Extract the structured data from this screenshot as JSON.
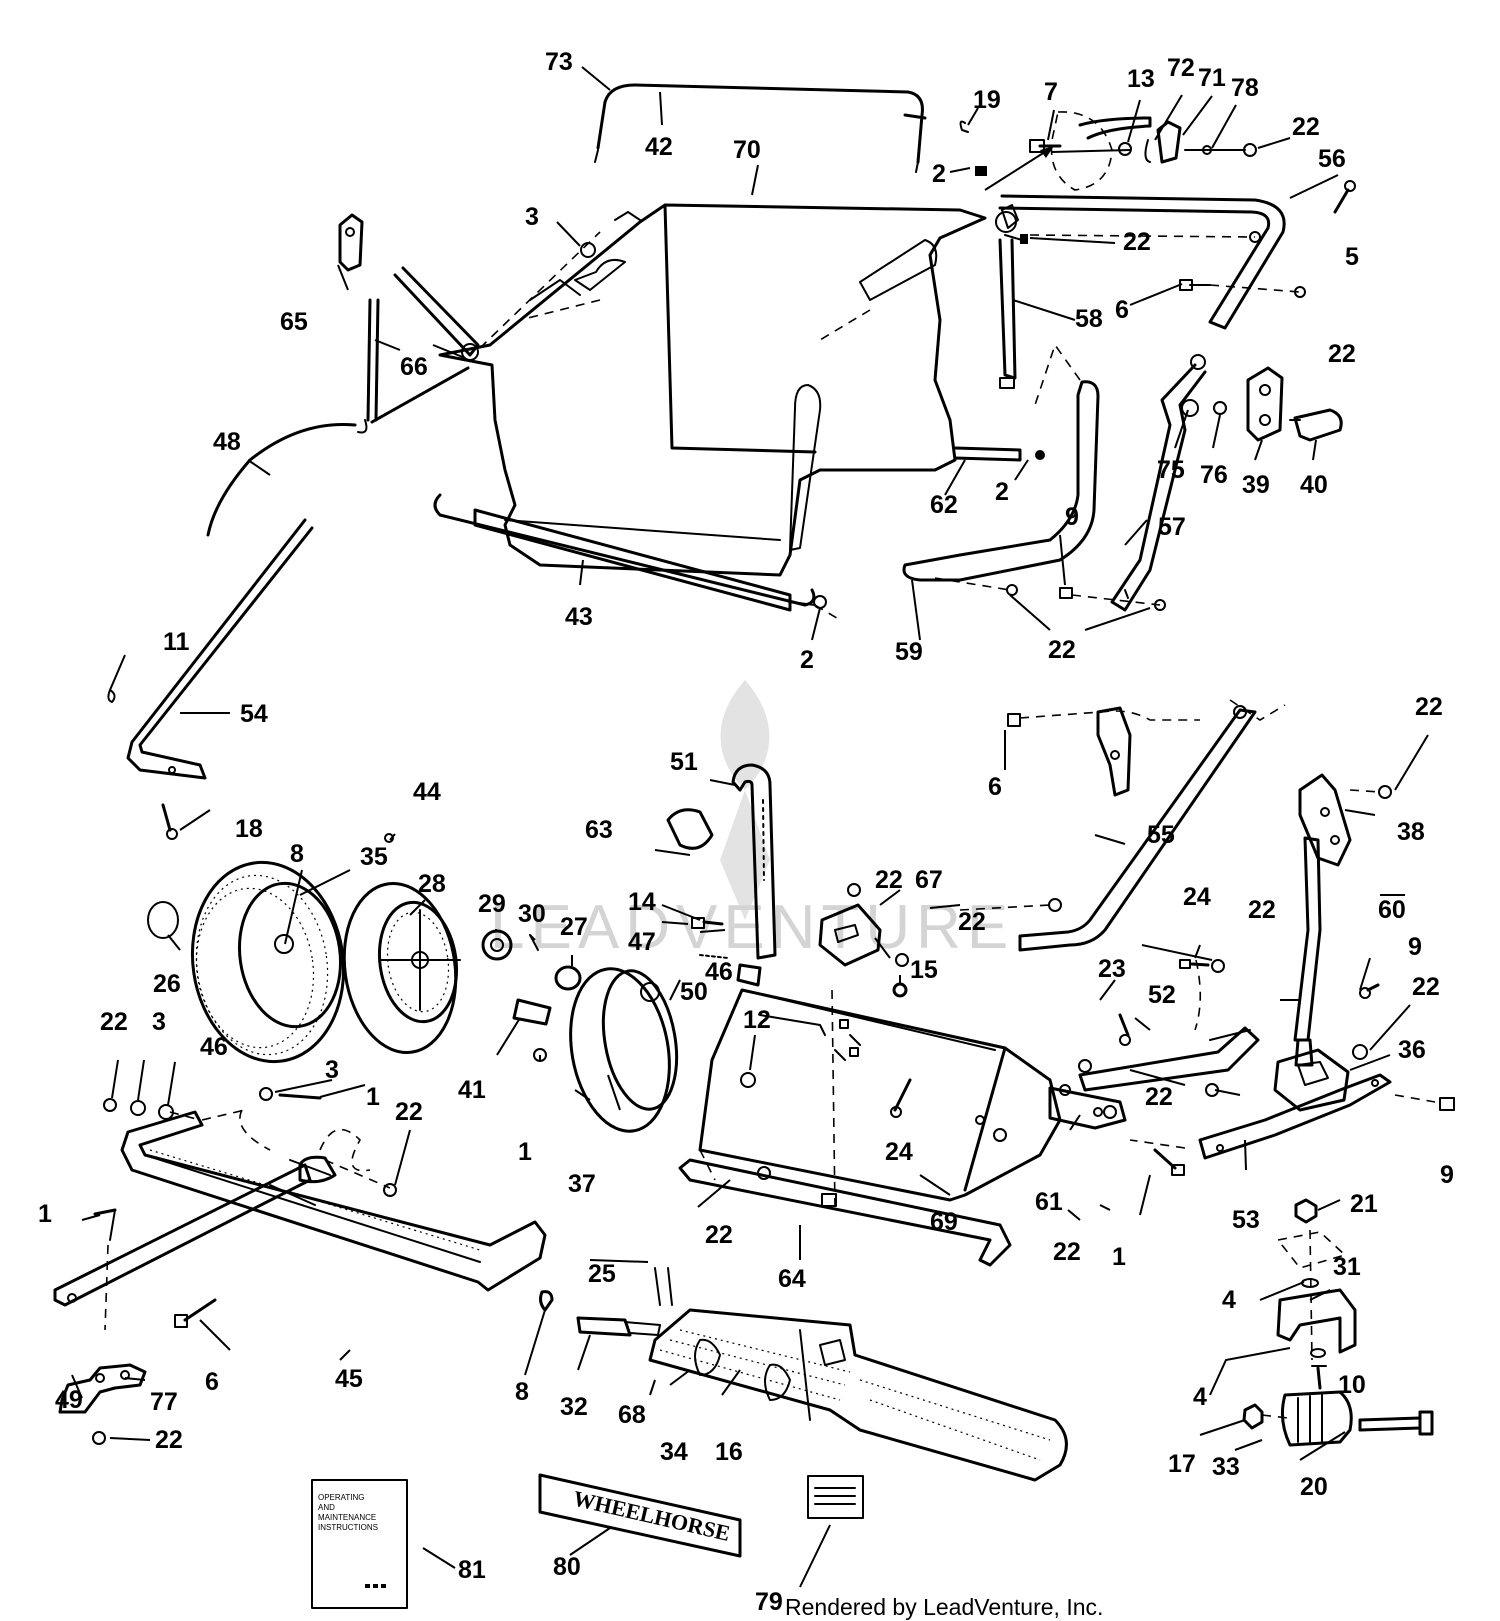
{
  "watermark": {
    "text": "LEADVENTURE"
  },
  "footer": {
    "rendered_by": "Rendered by LeadVenture, Inc."
  },
  "manual": {
    "line1": "OPERATING",
    "line2": "AND",
    "line3": "MAINTENANCE",
    "line4": "INSTRUCTIONS"
  },
  "nameplate": {
    "text": "WHEELHORSE"
  },
  "callouts": [
    {
      "id": "c73",
      "label": "73"
    },
    {
      "id": "c42",
      "label": "42"
    },
    {
      "id": "c70",
      "label": "70"
    },
    {
      "id": "c19",
      "label": "19"
    },
    {
      "id": "c7",
      "label": "7"
    },
    {
      "id": "c13",
      "label": "13"
    },
    {
      "id": "c72",
      "label": "72"
    },
    {
      "id": "c71",
      "label": "71"
    },
    {
      "id": "c78",
      "label": "78"
    },
    {
      "id": "c22a",
      "label": "22"
    },
    {
      "id": "c56",
      "label": "56"
    },
    {
      "id": "c2a",
      "label": "2"
    },
    {
      "id": "c3a",
      "label": "3"
    },
    {
      "id": "c22b",
      "label": "22"
    },
    {
      "id": "c5",
      "label": "5"
    },
    {
      "id": "c65",
      "label": "65"
    },
    {
      "id": "c66",
      "label": "66"
    },
    {
      "id": "c6a",
      "label": "6"
    },
    {
      "id": "c58",
      "label": "58"
    },
    {
      "id": "c22c",
      "label": "22"
    },
    {
      "id": "c48",
      "label": "48"
    },
    {
      "id": "c75",
      "label": "75"
    },
    {
      "id": "c76",
      "label": "76"
    },
    {
      "id": "c39",
      "label": "39"
    },
    {
      "id": "c40",
      "label": "40"
    },
    {
      "id": "c62",
      "label": "62"
    },
    {
      "id": "c2b",
      "label": "2"
    },
    {
      "id": "c57",
      "label": "57"
    },
    {
      "id": "c9a",
      "label": "9"
    },
    {
      "id": "c43",
      "label": "43"
    },
    {
      "id": "c2c",
      "label": "2"
    },
    {
      "id": "c59",
      "label": "59"
    },
    {
      "id": "c22d",
      "label": "22"
    },
    {
      "id": "c11",
      "label": "11"
    },
    {
      "id": "c54",
      "label": "54"
    },
    {
      "id": "c22e",
      "label": "22"
    },
    {
      "id": "c6b",
      "label": "6"
    },
    {
      "id": "c38",
      "label": "38"
    },
    {
      "id": "c51",
      "label": "51"
    },
    {
      "id": "c18",
      "label": "18"
    },
    {
      "id": "c44",
      "label": "44"
    },
    {
      "id": "c63",
      "label": "63"
    },
    {
      "id": "c55",
      "label": "55"
    },
    {
      "id": "c8a",
      "label": "8"
    },
    {
      "id": "c35",
      "label": "35"
    },
    {
      "id": "c28",
      "label": "28"
    },
    {
      "id": "c22f",
      "label": "22"
    },
    {
      "id": "c67",
      "label": "67"
    },
    {
      "id": "c29",
      "label": "29"
    },
    {
      "id": "c30",
      "label": "30"
    },
    {
      "id": "c27",
      "label": "27"
    },
    {
      "id": "c14",
      "label": "14"
    },
    {
      "id": "c22g",
      "label": "22"
    },
    {
      "id": "c60",
      "label": "60"
    },
    {
      "id": "c26",
      "label": "26"
    },
    {
      "id": "c47",
      "label": "47"
    },
    {
      "id": "c15",
      "label": "15"
    },
    {
      "id": "c24a",
      "label": "24"
    },
    {
      "id": "c22h",
      "label": "22"
    },
    {
      "id": "c9b",
      "label": "9"
    },
    {
      "id": "c50",
      "label": "50"
    },
    {
      "id": "c46a",
      "label": "46"
    },
    {
      "id": "c23",
      "label": "23"
    },
    {
      "id": "c22i",
      "label": "22"
    },
    {
      "id": "c22j",
      "label": "22"
    },
    {
      "id": "c3b",
      "label": "3"
    },
    {
      "id": "c46b",
      "label": "46"
    },
    {
      "id": "c12",
      "label": "12"
    },
    {
      "id": "c52",
      "label": "52"
    },
    {
      "id": "c36",
      "label": "36"
    },
    {
      "id": "c3c",
      "label": "3"
    },
    {
      "id": "c41",
      "label": "41"
    },
    {
      "id": "c1a",
      "label": "1"
    },
    {
      "id": "c22k",
      "label": "22"
    },
    {
      "id": "c22l",
      "label": "22"
    },
    {
      "id": "c9c",
      "label": "9"
    },
    {
      "id": "c1b",
      "label": "1"
    },
    {
      "id": "c24b",
      "label": "24"
    },
    {
      "id": "c37",
      "label": "37"
    },
    {
      "id": "c61",
      "label": "61"
    },
    {
      "id": "c69",
      "label": "69"
    },
    {
      "id": "c53",
      "label": "53"
    },
    {
      "id": "c21",
      "label": "21"
    },
    {
      "id": "c1c",
      "label": "1"
    },
    {
      "id": "c22m",
      "label": "22"
    },
    {
      "id": "c22n",
      "label": "22"
    },
    {
      "id": "c1d",
      "label": "1"
    },
    {
      "id": "c64",
      "label": "64"
    },
    {
      "id": "c31",
      "label": "31"
    },
    {
      "id": "c25",
      "label": "25"
    },
    {
      "id": "c4a",
      "label": "4"
    },
    {
      "id": "c45",
      "label": "45"
    },
    {
      "id": "c6c",
      "label": "6"
    },
    {
      "id": "c8b",
      "label": "8"
    },
    {
      "id": "c4b",
      "label": "4"
    },
    {
      "id": "c10",
      "label": "10"
    },
    {
      "id": "c49",
      "label": "49"
    },
    {
      "id": "c77",
      "label": "77"
    },
    {
      "id": "c32",
      "label": "32"
    },
    {
      "id": "c68",
      "label": "68"
    },
    {
      "id": "c34",
      "label": "34"
    },
    {
      "id": "c16",
      "label": "16"
    },
    {
      "id": "c17",
      "label": "17"
    },
    {
      "id": "c33",
      "label": "33"
    },
    {
      "id": "c20",
      "label": "20"
    },
    {
      "id": "c22o",
      "label": "22"
    },
    {
      "id": "c81",
      "label": "81"
    },
    {
      "id": "c80",
      "label": "80"
    },
    {
      "id": "c79",
      "label": "79"
    }
  ]
}
